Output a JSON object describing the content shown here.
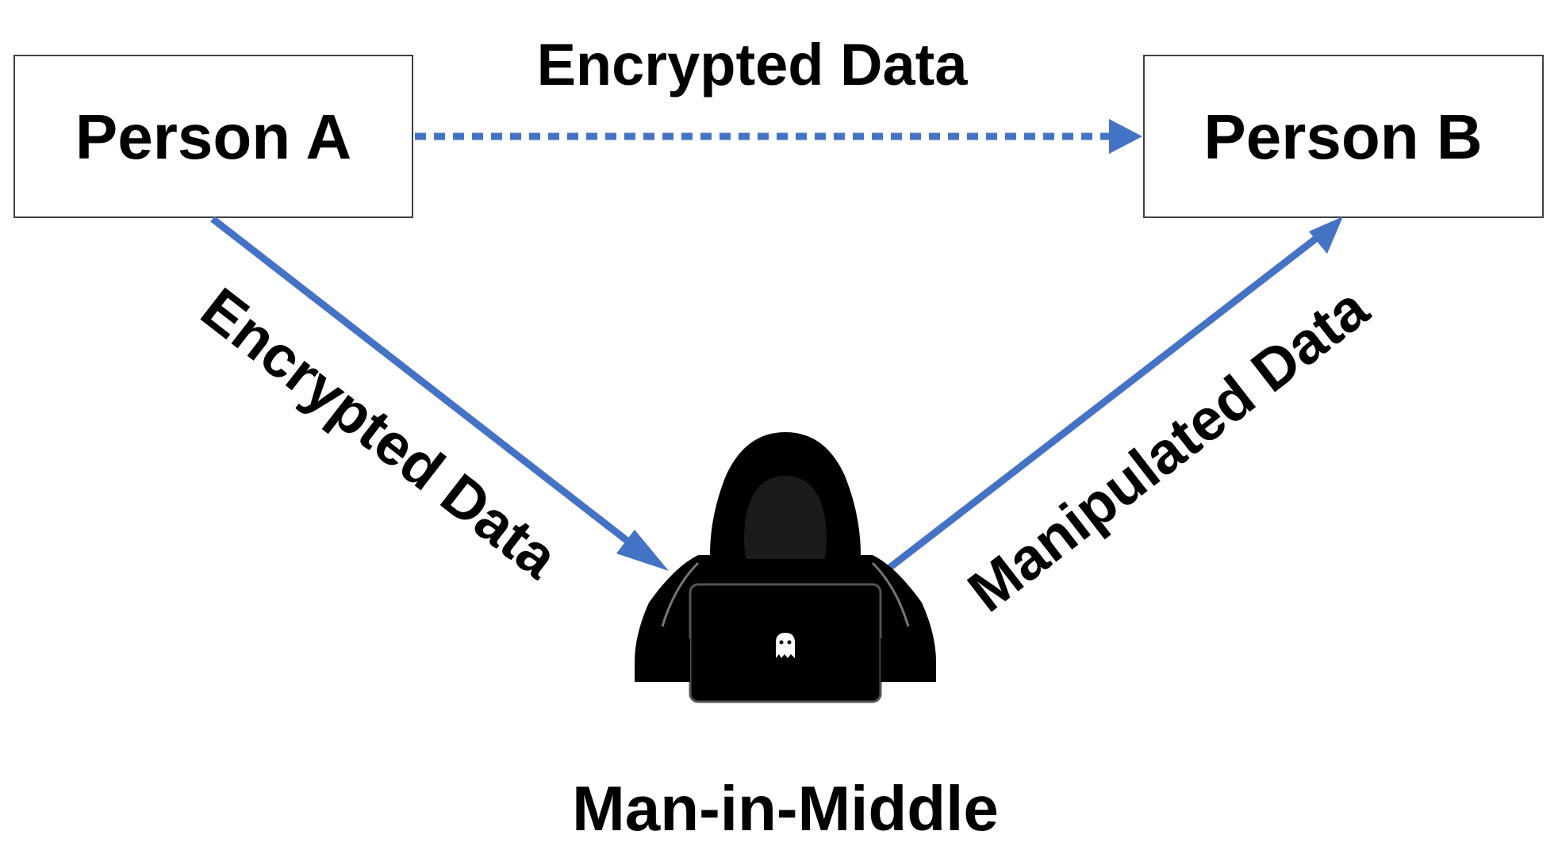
{
  "nodes": {
    "person_a": {
      "label": "Person A"
    },
    "person_b": {
      "label": "Person B"
    },
    "attacker": {
      "label": "Man-in-Middle",
      "icon": "hooded-hacker-with-laptop-icon"
    }
  },
  "edges": {
    "a_to_b": {
      "label": "Encrypted Data",
      "style": "dotted"
    },
    "a_to_attacker": {
      "label": "Encrypted Data",
      "style": "solid"
    },
    "attacker_to_b": {
      "label": "Manipulated Data",
      "style": "solid"
    }
  },
  "colors": {
    "arrow": "#4472C4",
    "box_border": "#404040",
    "text": "#000000",
    "icon": "#000000"
  }
}
